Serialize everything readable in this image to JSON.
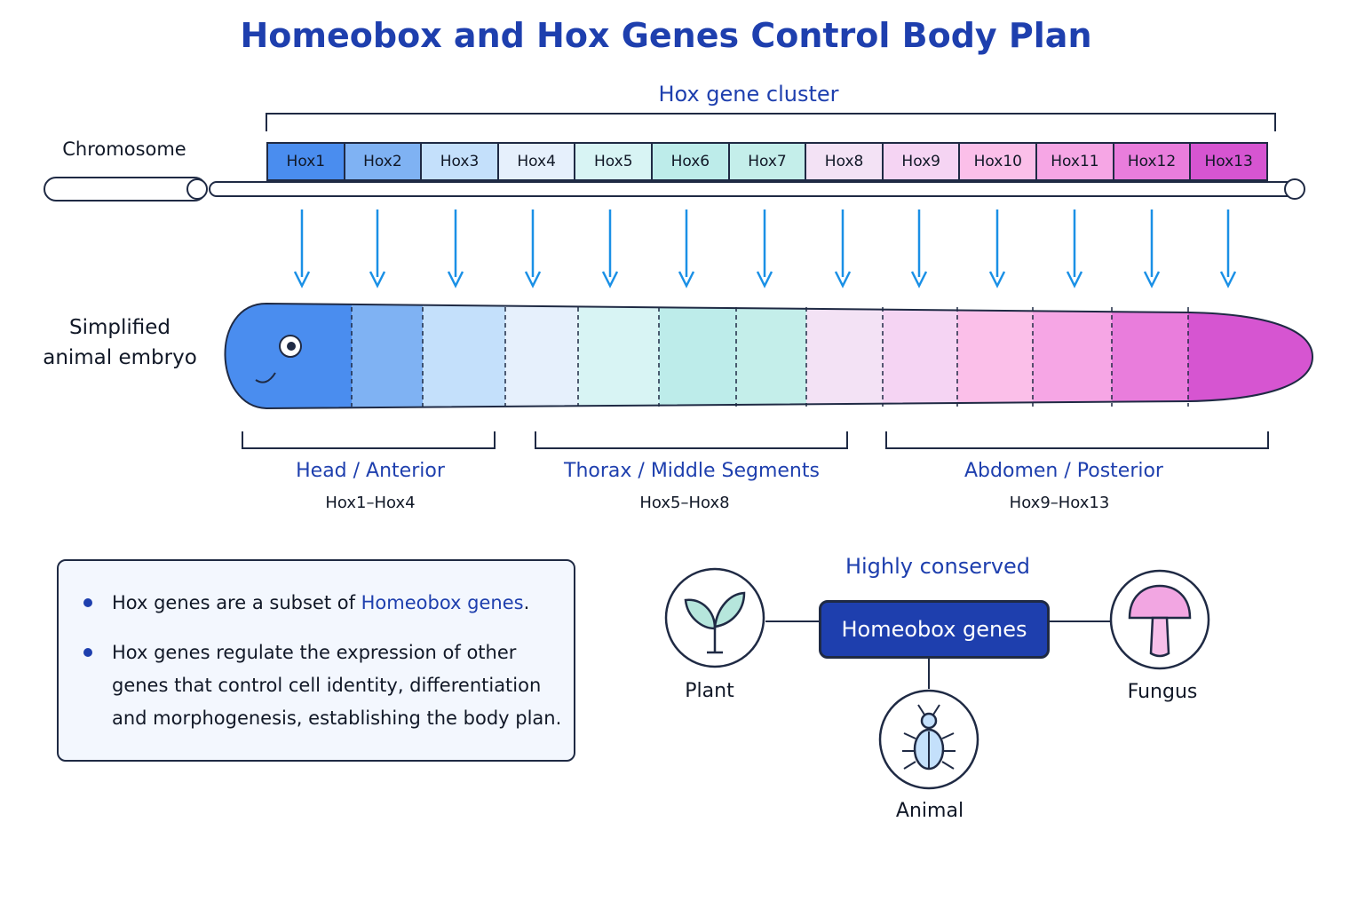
{
  "title": "Homeobox and Hox Genes Control Body Plan",
  "cluster_title": "Hox gene cluster",
  "chromosome_label": "Chromosome",
  "embryo_label": "Simplified animal embryo",
  "genes": [
    {
      "label": "Hox1",
      "color": "#4a8def"
    },
    {
      "label": "Hox2",
      "color": "#7fb2f3"
    },
    {
      "label": "Hox3",
      "color": "#c4e0fb"
    },
    {
      "label": "Hox4",
      "color": "#e6f0fc"
    },
    {
      "label": "Hox5",
      "color": "#d8f4f4"
    },
    {
      "label": "Hox6",
      "color": "#bdecea"
    },
    {
      "label": "Hox7",
      "color": "#c4eeea"
    },
    {
      "label": "Hox8",
      "color": "#f3e2f5"
    },
    {
      "label": "Hox9",
      "color": "#f5d4f3"
    },
    {
      "label": "Hox10",
      "color": "#fbbfe9"
    },
    {
      "label": "Hox11",
      "color": "#f6a6e5"
    },
    {
      "label": "Hox12",
      "color": "#e97ddc"
    },
    {
      "label": "Hox13",
      "color": "#d655d1"
    }
  ],
  "embryo_colors": [
    "#4a8def",
    "#7fb2f3",
    "#c4e0fb",
    "#e6f0fc",
    "#d8f4f4",
    "#bdecea",
    "#c4eeea",
    "#f3e2f5",
    "#f5d4f3",
    "#fbbfe9",
    "#f6a6e5",
    "#e97ddc",
    "#d655d1"
  ],
  "arrow_color": "#1a90e6",
  "regions": [
    {
      "title": "Head / Anterior",
      "range": "Hox1–Hox4"
    },
    {
      "title": "Thorax / Middle Segments",
      "range": "Hox5–Hox8"
    },
    {
      "title": "Abdomen / Posterior",
      "range": "Hox9–Hox13"
    }
  ],
  "info": {
    "bullet1_prefix": "Hox genes are a subset of ",
    "bullet1_highlight": "Homeobox genes",
    "bullet1_suffix": ".",
    "bullet2": "Hox genes regulate the expression of other genes that control cell identity, differentiation and morphogenesis, establishing the body plan."
  },
  "conserved": {
    "label": "Highly conserved",
    "center": "Homeobox genes",
    "organisms": [
      {
        "label": "Plant",
        "icon": "plant-icon"
      },
      {
        "label": "Animal",
        "icon": "beetle-icon"
      },
      {
        "label": "Fungus",
        "icon": "mushroom-icon"
      }
    ]
  },
  "colors": {
    "accent": "#1e3fae",
    "outline": "#1f2a44"
  }
}
